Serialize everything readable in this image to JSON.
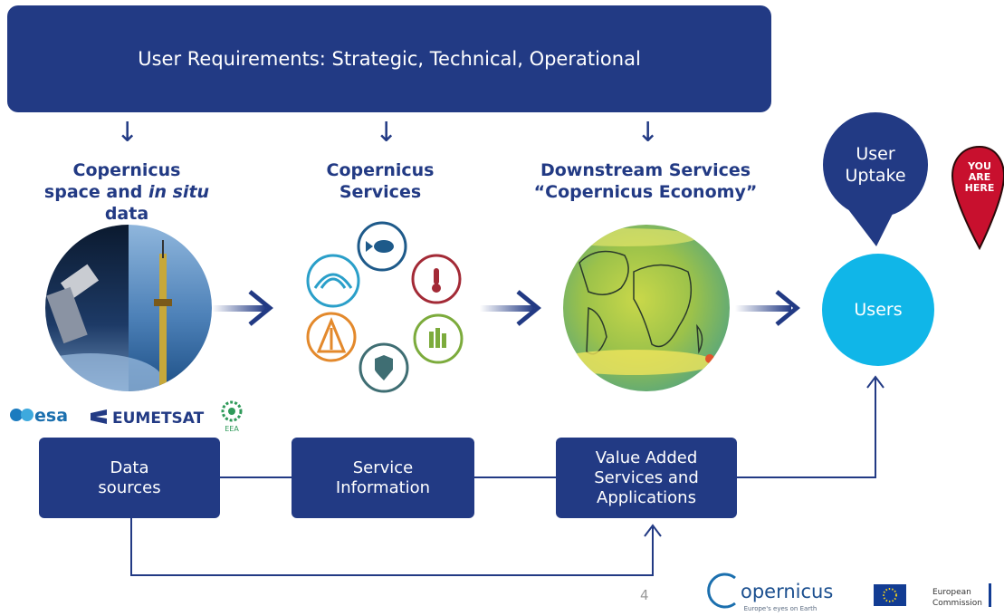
{
  "banner": {
    "text": "User Requirements: Strategic, Technical, Operational"
  },
  "columns": {
    "space_data": {
      "line1": "Copernicus",
      "line2_pre": "space and ",
      "line2_em": "in situ",
      "line2_post": " data"
    },
    "services": {
      "line1": "Copernicus",
      "line2": "Services"
    },
    "downstream": {
      "line1": "Downstream Services",
      "line2": "“Copernicus Economy”"
    }
  },
  "user_uptake": {
    "line1": "User",
    "line2": "Uptake"
  },
  "pin": {
    "line1": "YOU",
    "line2": "ARE",
    "line3": "HERE"
  },
  "users": {
    "label": "Users"
  },
  "logos": {
    "esa": "esa",
    "eumetsat": "EUMETSAT",
    "eea": "EEA"
  },
  "boxes": {
    "data_sources": {
      "line1": "Data",
      "line2": "sources"
    },
    "service_information": {
      "line1": "Service",
      "line2": "Information"
    },
    "value_added": {
      "line1": "Value Added",
      "line2": "Services and",
      "line3": "Applications"
    }
  },
  "footer": {
    "page_number": "4",
    "copernicus": "opernicus",
    "copernicus_tagline": "Europe's eyes on Earth",
    "ec_line1": "European",
    "ec_line2": "Commission"
  },
  "colors": {
    "navy": "#223a84",
    "users_blue": "#10b6e8",
    "pin_red": "#c8102e",
    "services": [
      "#2a9fc9",
      "#1e5a8a",
      "#a32a36",
      "#7cab3c",
      "#3f6e73",
      "#e3892c"
    ]
  },
  "icons": {
    "services": [
      "atmosphere-icon",
      "marine-fish-icon",
      "climate-thermometer-icon",
      "land-crop-icon",
      "security-shield-icon",
      "emergency-icon"
    ]
  }
}
